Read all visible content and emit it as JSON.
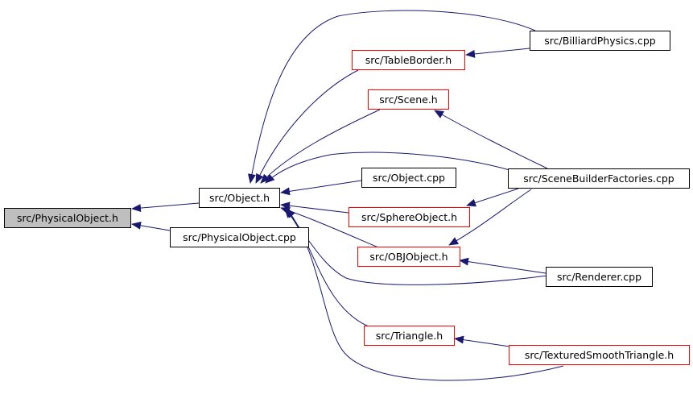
{
  "diagram": {
    "colors": {
      "edge": "#191970",
      "node_border": "#000000",
      "highlight_border": "#ff0000",
      "root_fill": "#bfbfbf",
      "background": "#ffffff"
    },
    "nodes": {
      "physical_object_h": {
        "label": "src/PhysicalObject.h",
        "highlight": false,
        "root": true
      },
      "object_h": {
        "label": "src/Object.h",
        "highlight": false
      },
      "physical_object_cpp": {
        "label": "src/PhysicalObject.cpp",
        "highlight": false
      },
      "table_border_h": {
        "label": "src/TableBorder.h",
        "highlight": true
      },
      "scene_h": {
        "label": "src/Scene.h",
        "highlight": true
      },
      "object_cpp": {
        "label": "src/Object.cpp",
        "highlight": false
      },
      "sphere_object_h": {
        "label": "src/SphereObject.h",
        "highlight": true
      },
      "obj_object_h": {
        "label": "src/OBJObject.h",
        "highlight": true
      },
      "triangle_h": {
        "label": "src/Triangle.h",
        "highlight": true
      },
      "billiard_physics_cpp": {
        "label": "src/BilliardPhysics.cpp",
        "highlight": false
      },
      "scene_builder_factories_cpp": {
        "label": "src/SceneBuilderFactories.cpp",
        "highlight": false
      },
      "renderer_cpp": {
        "label": "src/Renderer.cpp",
        "highlight": false
      },
      "textured_smooth_triangle_h": {
        "label": "src/TexturedSmoothTriangle.h",
        "highlight": true
      }
    },
    "edges": [
      {
        "from": "object_h",
        "to": "physical_object_h"
      },
      {
        "from": "physical_object_cpp",
        "to": "physical_object_h"
      },
      {
        "from": "table_border_h",
        "to": "object_h"
      },
      {
        "from": "scene_h",
        "to": "object_h"
      },
      {
        "from": "object_cpp",
        "to": "object_h"
      },
      {
        "from": "sphere_object_h",
        "to": "object_h"
      },
      {
        "from": "obj_object_h",
        "to": "object_h"
      },
      {
        "from": "triangle_h",
        "to": "object_h"
      },
      {
        "from": "billiard_physics_cpp",
        "to": "object_h"
      },
      {
        "from": "scene_builder_factories_cpp",
        "to": "object_h"
      },
      {
        "from": "renderer_cpp",
        "to": "object_h"
      },
      {
        "from": "textured_smooth_triangle_h",
        "to": "object_h"
      },
      {
        "from": "billiard_physics_cpp",
        "to": "table_border_h"
      },
      {
        "from": "scene_builder_factories_cpp",
        "to": "scene_h"
      },
      {
        "from": "scene_builder_factories_cpp",
        "to": "sphere_object_h"
      },
      {
        "from": "scene_builder_factories_cpp",
        "to": "obj_object_h"
      },
      {
        "from": "renderer_cpp",
        "to": "obj_object_h"
      },
      {
        "from": "textured_smooth_triangle_h",
        "to": "triangle_h"
      }
    ]
  }
}
